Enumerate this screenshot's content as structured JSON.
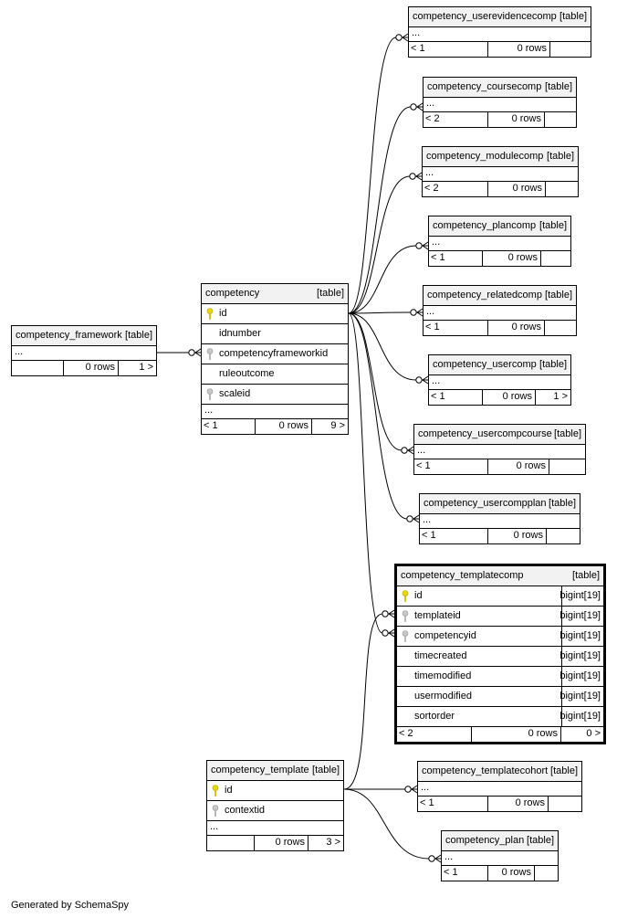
{
  "generated_by": "Generated by SchemaSpy",
  "table_tag": "[table]",
  "dots": "...",
  "rows_suffix": "0 rows",
  "tables": {
    "competency_framework": {
      "name": "competency_framework",
      "parents": "",
      "rows": "0 rows",
      "children": "1 >"
    },
    "competency": {
      "name": "competency",
      "columns": [
        {
          "name": "id",
          "type": ""
        },
        {
          "name": "idnumber",
          "type": ""
        },
        {
          "name": "competencyframeworkid",
          "type": ""
        },
        {
          "name": "ruleoutcome",
          "type": ""
        },
        {
          "name": "scaleid",
          "type": ""
        }
      ],
      "parents": "< 1",
      "rows": "0 rows",
      "children": "9 >"
    },
    "competency_userevidencecomp": {
      "name": "competency_userevidencecomp",
      "parents": "< 1",
      "rows": "0 rows",
      "children": ""
    },
    "competency_coursecomp": {
      "name": "competency_coursecomp",
      "parents": "< 2",
      "rows": "0 rows",
      "children": ""
    },
    "competency_modulecomp": {
      "name": "competency_modulecomp",
      "parents": "< 2",
      "rows": "0 rows",
      "children": ""
    },
    "competency_plancomp": {
      "name": "competency_plancomp",
      "parents": "< 1",
      "rows": "0 rows",
      "children": ""
    },
    "competency_relatedcomp": {
      "name": "competency_relatedcomp",
      "parents": "< 1",
      "rows": "0 rows",
      "children": ""
    },
    "competency_usercomp": {
      "name": "competency_usercomp",
      "parents": "< 1",
      "rows": "0 rows",
      "children": "1 >"
    },
    "competency_usercompcourse": {
      "name": "competency_usercompcourse",
      "parents": "< 1",
      "rows": "0 rows",
      "children": ""
    },
    "competency_usercompplan": {
      "name": "competency_usercompplan",
      "parents": "< 1",
      "rows": "0 rows",
      "children": ""
    },
    "competency_templatecomp": {
      "name": "competency_templatecomp",
      "columns": [
        {
          "name": "id",
          "type": "bigint[19]"
        },
        {
          "name": "templateid",
          "type": "bigint[19]"
        },
        {
          "name": "competencyid",
          "type": "bigint[19]"
        },
        {
          "name": "timecreated",
          "type": "bigint[19]"
        },
        {
          "name": "timemodified",
          "type": "bigint[19]"
        },
        {
          "name": "usermodified",
          "type": "bigint[19]"
        },
        {
          "name": "sortorder",
          "type": "bigint[19]"
        }
      ],
      "parents": "< 2",
      "rows": "0 rows",
      "children": "0 >"
    },
    "competency_template": {
      "name": "competency_template",
      "columns": [
        {
          "name": "id",
          "type": ""
        },
        {
          "name": "contextid",
          "type": ""
        }
      ],
      "parents": "",
      "rows": "0 rows",
      "children": "3 >"
    },
    "competency_templatecohort": {
      "name": "competency_templatecohort",
      "parents": "< 1",
      "rows": "0 rows",
      "children": ""
    },
    "competency_plan": {
      "name": "competency_plan",
      "parents": "< 1",
      "rows": "0 rows",
      "children": ""
    }
  },
  "colors": {
    "primary_key": "#e8d800",
    "foreign_key": "#b0b0b0",
    "header_bg": "#f2f2f2",
    "line": "#000000"
  },
  "icons": {
    "primary_key": "gold-key-icon",
    "foreign_key": "gray-key-icon",
    "relation_end": "crow-foot-zero-many-icon"
  }
}
